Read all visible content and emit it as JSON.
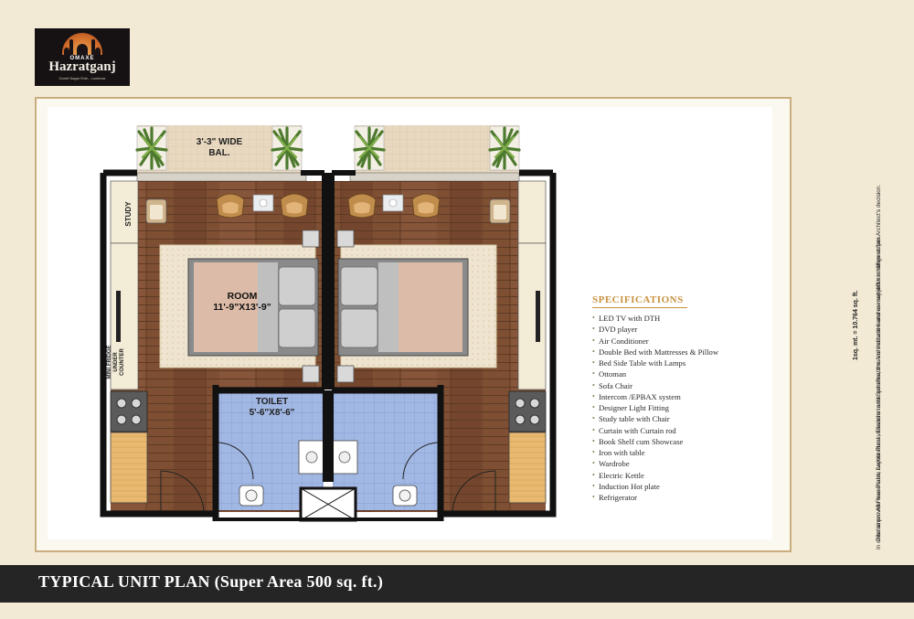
{
  "brand": {
    "name": "Hazratganj",
    "company": "OMAXE",
    "tagline": "Gomti Nagar Extn., Lucknow"
  },
  "plan": {
    "balcony_label": "3'-3\" WIDE\nBAL.",
    "study_label": "STUDY",
    "room_label": "ROOM\n11'-9\"X13'-9\"",
    "toilet_label": "TOILET\n5'-6\"X8'-6\"",
    "fridge_label": "MINI FRIDGE\nUNDER\nCOUNTER"
  },
  "specifications": {
    "title": "SPECIFICATIONS",
    "items": [
      "LED TV with DTH",
      "DVD player",
      "Air Conditioner",
      "Double Bed with Mattresses & Pillow",
      "Bed Side Table with Lamps",
      "Ottoman",
      "Sofa Chair",
      "Intercom /EPBAX system",
      "Designer Light Fitting",
      "Study table with Chair",
      "Curtain with Curtain rod",
      "Book Shelf cum Showcase",
      "Iron with table",
      "Wardrobe",
      "Electric Kettle",
      "Induction Hot plate",
      "Refrigerator"
    ]
  },
  "scale_note": "1sq. mt. = 10.764 sq. ft.",
  "disclaimer": [
    "Disclaimer: All Floor Plans, Layout Plans, Elevation and Specifications are indicative and are subject to change as per Architect's decision.",
    "In order to provide reasonable Architectural variations in the scheme, the Architectural features may differ in different flats."
  ],
  "footer_title": "TYPICAL UNIT PLAN (Super Area 500 sq. ft.)",
  "colors": {
    "background": "#f3ead6",
    "frame": "#c9ad7d",
    "wood_floor": "#7e4f33",
    "toilet_tile": "#9fb6e2",
    "footer": "#252525",
    "spec_title": "#c8913e"
  }
}
